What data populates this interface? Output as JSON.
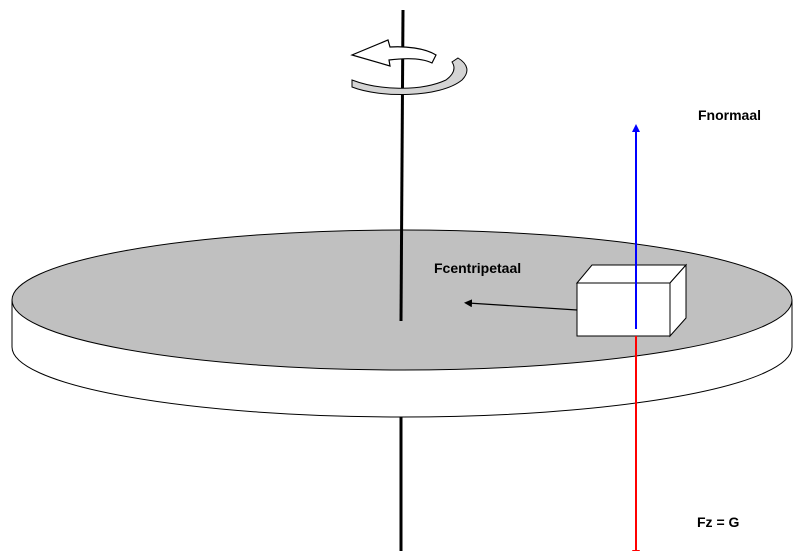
{
  "labels": {
    "normal_force": "Fnormaal",
    "centripetal_force": "Fcentripetaal",
    "gravity_force": "Fz = G"
  },
  "colors": {
    "disc_fill": "#c0c0c0",
    "rim_fill": "#ffffff",
    "axis": "#000000",
    "normal_force_arrow": "#0000ff",
    "gravity_force_arrow": "#ff0000",
    "centripetal_arrow": "#000000",
    "block_fill": "#ffffff",
    "rotation_arrow_fill": "#d4d4d4"
  },
  "icons": {
    "rotation": "rotation-arrow-icon"
  }
}
